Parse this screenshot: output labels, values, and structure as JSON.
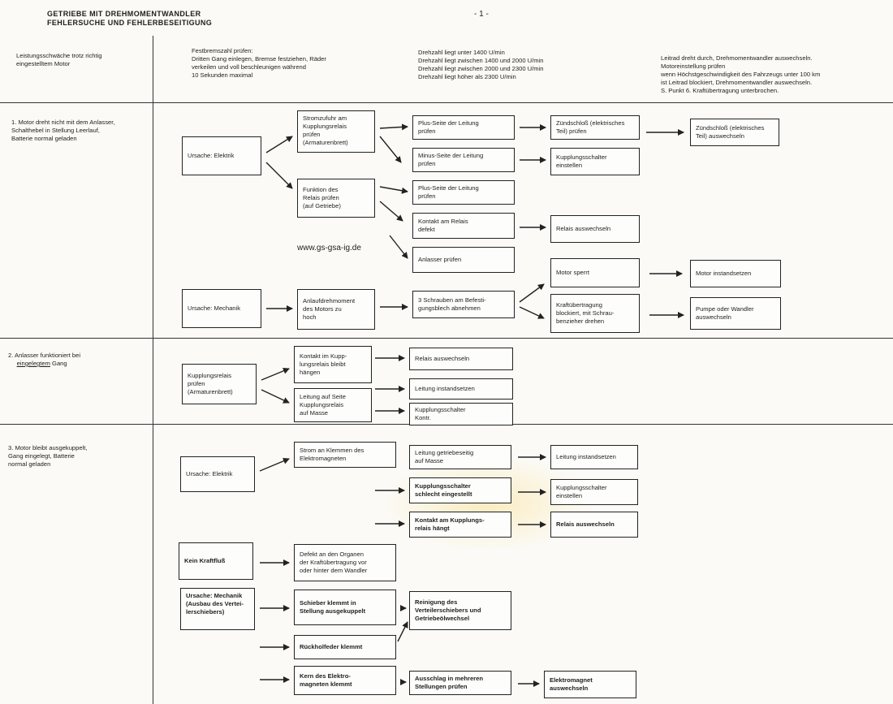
{
  "header": {
    "title_line1": "GETRIEBE MIT DREHMOMENTWANDLER",
    "title_line2": "FEHLERSUCHE UND FEHLERBESEITIGUNG",
    "page_number": "- 1 -"
  },
  "intro": {
    "col1": "Leistungsschwäche trotz richtig\neingestelltem Motor",
    "col2": "Festbremszahl prüfen:\nDritten Gang einlegen, Bremse festziehen, Räder\nverkeilen und voll beschleunigen während\n10 Sekunden maximal",
    "col3": "Drehzahl liegt unter 1400 U/min\nDrehzahl liegt zwischen 1400 und 2000 U/min\nDrehzahl liegt zwischen 2000 und 2300 U/min\nDrehzahl liegt höher als 2300 U/min",
    "col4": "Leitrad dreht durch, Drehmomentwandler auswechseln.\nMotoreinstellung prüfen\nwenn Höchstgeschwindigkeit des Fahrzeugs unter 100 km\nist Leitrad blockiert, Drehmomentwandler auswechseln.\nS. Punkt 6. Kraftübertragung unterbrochen."
  },
  "watermark": "www.gs-gsa-ig.de",
  "sections": {
    "s1": {
      "title": "1.  Motor dreht nicht mit dem Anlasser,\n     Schalthebel in Stellung Leerlauf,\n     Batterie normal geladen",
      "cause_elec": "Ursache: Elektrik",
      "supply": "Stromzufuhr am\nKupplungsrelais\nprüfen\n(Armaturenbrett)",
      "plus1": "Plus-Seite der Leitung\nprüfen",
      "zuend1": "Zündschloß (elektrisches\nTeil) prüfen",
      "zuend2": "Zündschloß (elektrisches\nTeil) auswechseln",
      "minus": "Minus-Seite der Leitung\nprüfen",
      "kschalter": "Kupplungsschalter\neinstellen",
      "relaisfn": "Funktion des\nRelais prüfen\n(auf Getriebe)",
      "plus2": "Plus-Seite der Leitung\nprüfen",
      "kontakt": "Kontakt am Relais\ndefekt",
      "relaiswx": "Relais auswechseln",
      "anlasser": "Anlasser prüfen",
      "cause_mech": "Ursache: Mechanik",
      "anlauf": "Anlaufdrehmoment\ndes Motors zu\nhoch",
      "schrauben": "3 Schrauben am Befesti-\ngungsblech abnehmen",
      "sperrt": "Motor sperrt",
      "instand": "Motor instandsetzen",
      "kraft": "Kraftübertragung\nblockiert, mit Schrau-\nbenzieher drehen",
      "pumpe": "Pumpe oder Wandler\nauswechseln"
    },
    "s2": {
      "title_prefix": "2.  Anlasser funktioniert bei",
      "title_underlined": "eingelegtem",
      "title_suffix": " Gang",
      "relais_check": "Kupplungsrelais\nprüfen\n(Armaturenbrett)",
      "kontakt_k": "Kontakt im Kupp-\nlungsrelais bleibt\nhängen",
      "relaiswx": "Relais auswechseln",
      "leitung_m": "Leitung auf Seite\nKupplungsrelais\nauf Masse",
      "leitung_inst": "Leitung instandsetzen",
      "kschalter": "Kupplungsschalter\nKontr."
    },
    "s3": {
      "title": "3.  Motor bleibt ausgekuppelt,\n     Gang eingelegt, Batterie\n     normal geladen",
      "cause_elec": "Ursache: Elektrik",
      "strom": "Strom an Klemmen des\nElektromagneten",
      "leitung_gm": "Leitung getriebeseitig\nauf Masse",
      "leitung_inst": "Leitung instandsetzen",
      "kschalter_s": "Kupplungsschalter\nschlecht eingestellt",
      "kschalter_e": "Kupplungsschalter\neinstellen",
      "kontakt_h": "Kontakt am Kupplungs-\nrelais hängt",
      "relaiswx": "Relais auswechseln",
      "kein": "Kein Kraftfluß",
      "defekt": "Defekt an den Organen\nder Kraftübertragung vor\noder hinter dem Wandler",
      "cause_mech": "Ursache: Mechanik\n(Ausbau des Vertei-\nlerschiebers)",
      "schieber": "Schieber klemmt in\nStellung ausgekuppelt",
      "reinigung": "Reinigung des\nVerteilerschiebers und\nGetriebeölwechsel",
      "rueck": "Rückholfeder klemmt",
      "kern": "Kern des Elektro-\nmagneten klemmt",
      "ausschlag": "Ausschlag in mehreren\nStellungen prüfen",
      "emagnet": "Elektromagnet\nauswechseln"
    }
  }
}
